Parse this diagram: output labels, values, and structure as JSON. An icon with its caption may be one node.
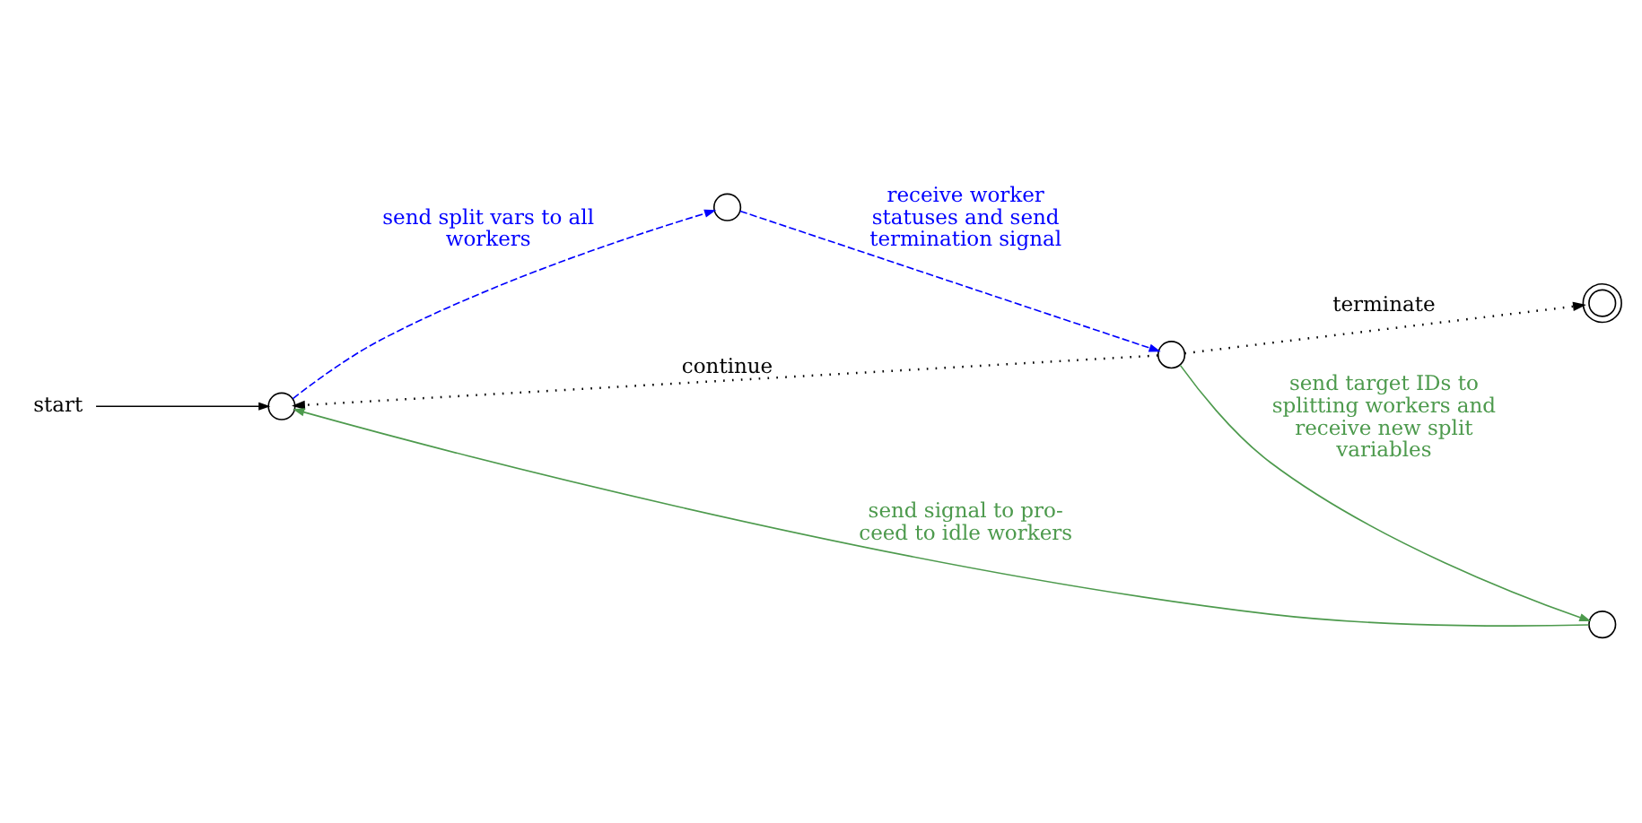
{
  "diagram": {
    "nodes": [
      {
        "text": [
          "start"
        ]
      },
      {
        "text": [],
        "shape": "circle"
      },
      {
        "text": [],
        "shape": "circle"
      },
      {
        "text": [],
        "shape": "circle"
      },
      {
        "text": [],
        "shape": "doublecircle"
      },
      {
        "text": [],
        "shape": "circle"
      }
    ],
    "edges": [
      {
        "from": 0,
        "to": 1,
        "arrow": "to"
      },
      {
        "from": 1,
        "to": 2,
        "arrow": "to",
        "label": "send split vars to all workers",
        "style": "dashed",
        "color": "#0000ff"
      },
      {
        "from": 2,
        "to": 3,
        "arrow": "to",
        "label": "receive worker statuses and send termination signal",
        "style": "dashed",
        "color": "#0000ff"
      },
      {
        "from": 3,
        "to": 4,
        "arrow": "to",
        "label": "terminate",
        "style": "dashed"
      },
      {
        "from": 3,
        "to": 1,
        "arrow": "to",
        "label": "continue",
        "style": "dashed"
      },
      {
        "from": 3,
        "to": 5,
        "arrow": "to",
        "label": "send target IDs to splitting workers and receive new split variables",
        "color": "#4d9a4d"
      },
      {
        "from": 5,
        "to": 1,
        "arrow": "to",
        "label": "send signal to pro- ceed to idle workers",
        "color": "#4d9a4d"
      }
    ]
  }
}
